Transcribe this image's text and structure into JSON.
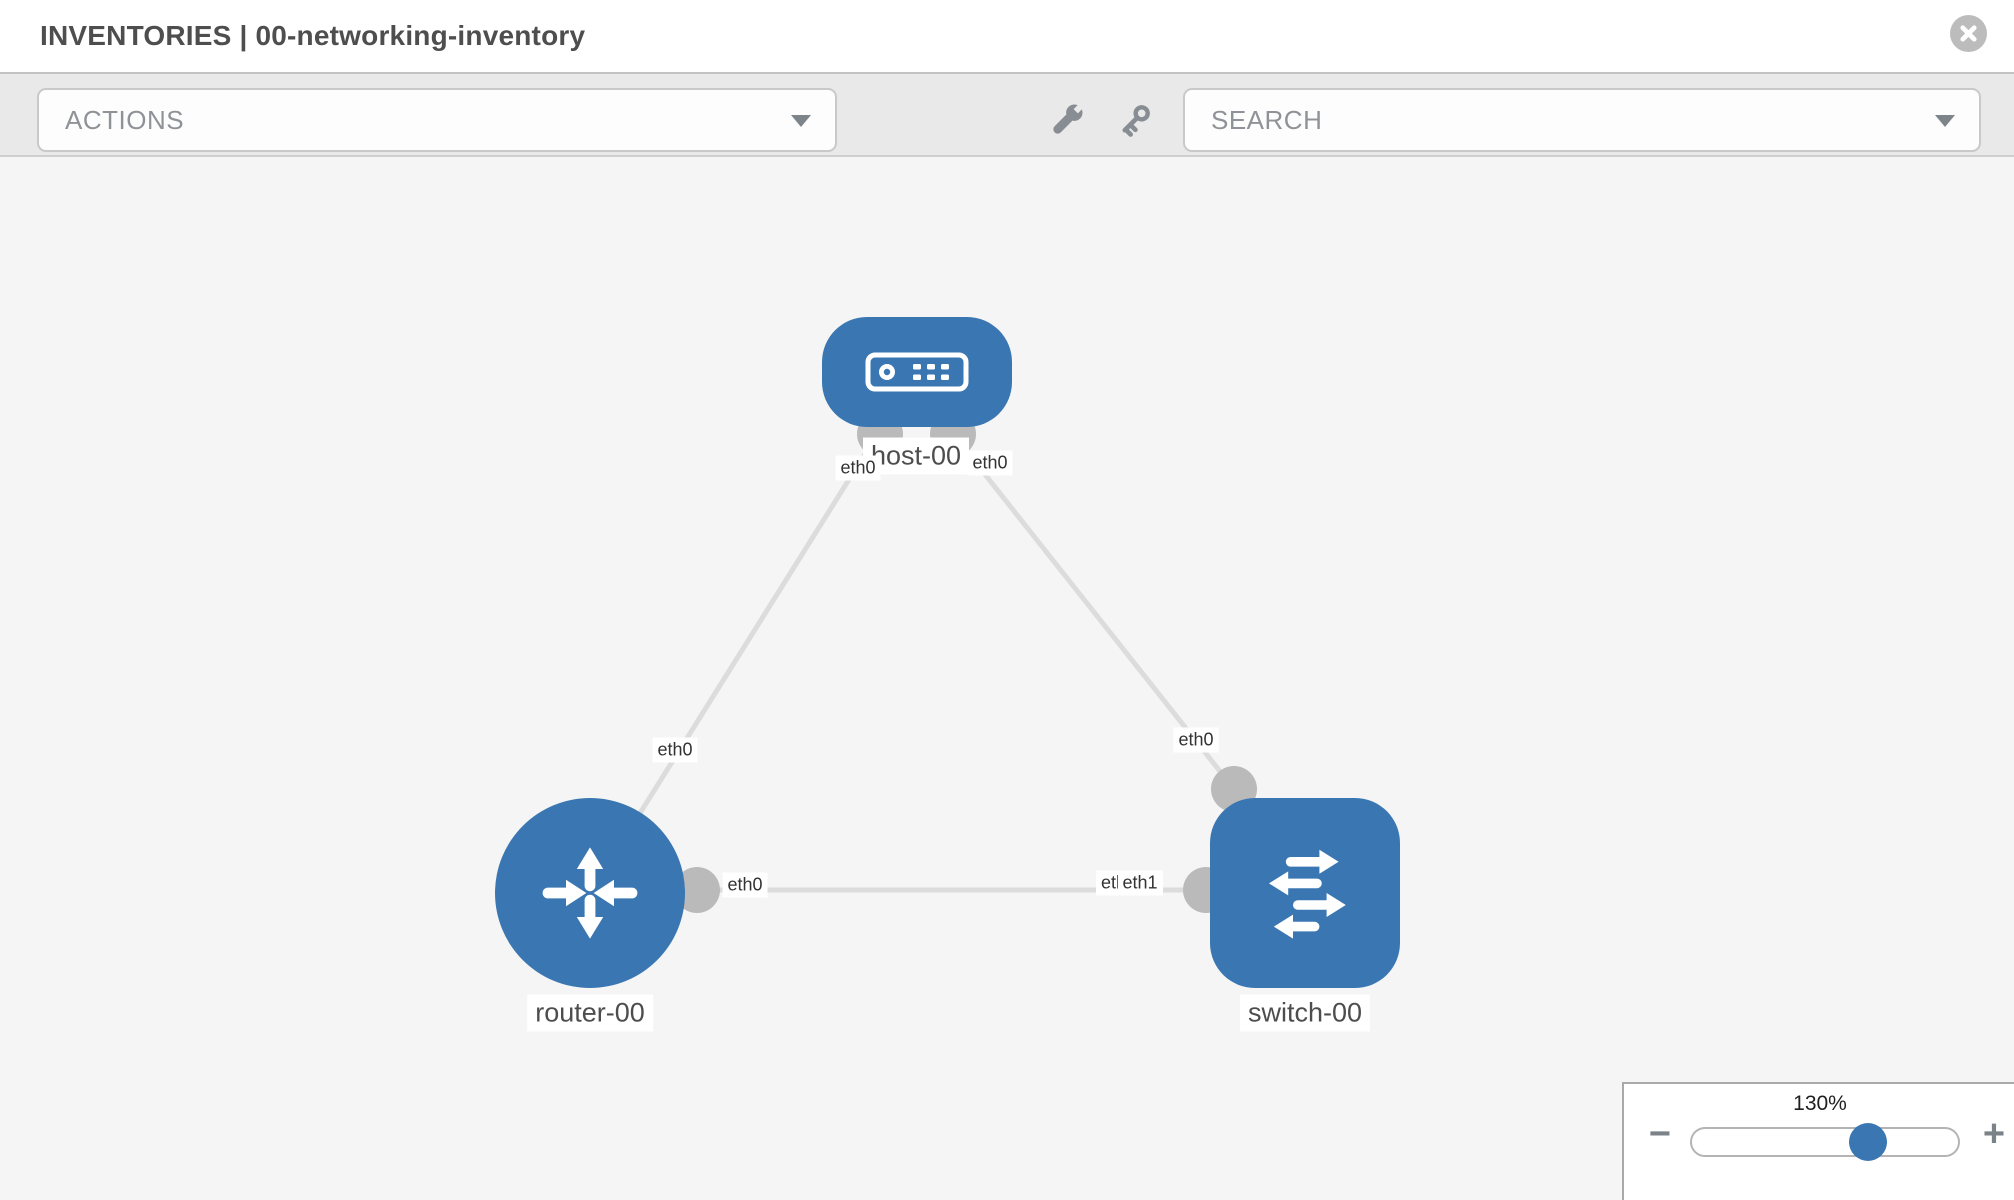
{
  "header": {
    "title": "INVENTORIES | 00-networking-inventory"
  },
  "toolbar": {
    "actions_label": "ACTIONS",
    "search_label": "SEARCH"
  },
  "topology": {
    "nodes": [
      {
        "label": "host-00",
        "type": "host"
      },
      {
        "label": "router-00",
        "type": "router"
      },
      {
        "label": "switch-00",
        "type": "switch"
      }
    ],
    "links": [
      {
        "from": "router-00",
        "to": "host-00",
        "from_label": "eth0",
        "to_label": "eth0"
      },
      {
        "from": "host-00",
        "to": "switch-00",
        "from_label": "eth0",
        "to_label": "eth0"
      },
      {
        "from": "router-00",
        "to": "switch-00",
        "from_label": "eth0",
        "to_label_back": "eth0",
        "to_label_front": "eth1"
      }
    ]
  },
  "zoom_control": {
    "value": "130%",
    "percent": 130,
    "zoom_out_label": "−",
    "zoom_in_label": "+"
  },
  "colors": {
    "node_blue": "#3a77b2",
    "link_gray": "#dcdcdc",
    "interface_gray": "#bababa",
    "canvas_bg": "#f5f5f5",
    "toolbar_bg": "#e9e9e9"
  }
}
